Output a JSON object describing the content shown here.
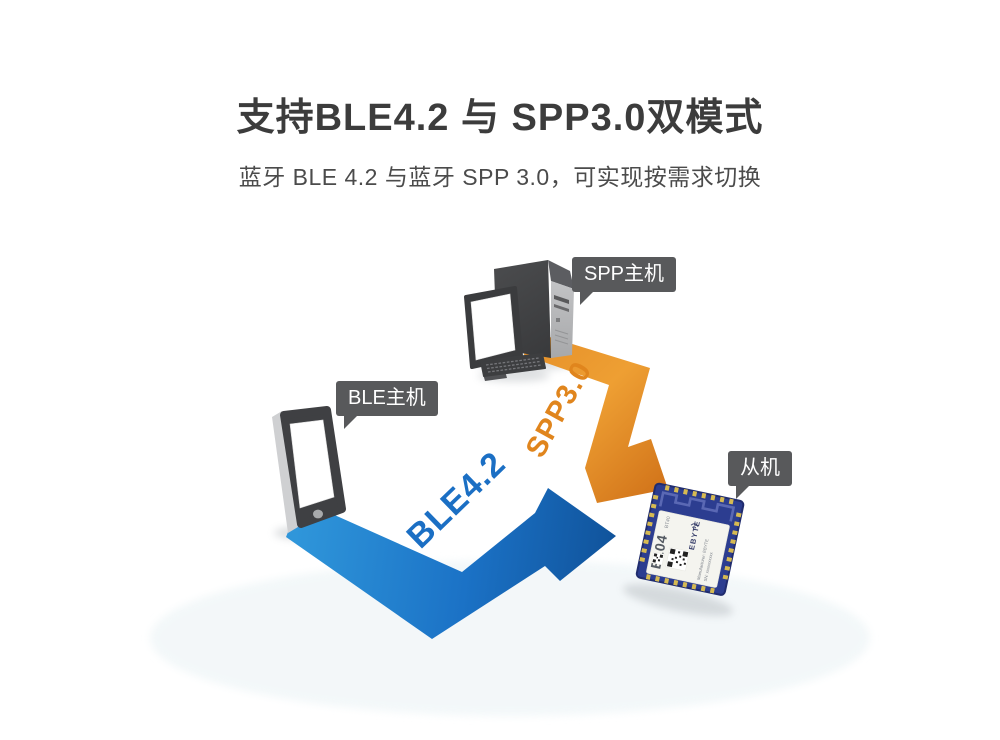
{
  "page": {
    "title": "支持BLE4.2 与 SPP3.0双模式",
    "subtitle": "蓝牙 BLE 4.2 与蓝牙 SPP 3.0，可实现按需求切换"
  },
  "diagram": {
    "bubbles": {
      "spp_host": "SPP主机",
      "ble_host": "BLE主机",
      "slave": "从机"
    },
    "arrows": {
      "spp": {
        "label": "SPP3.0",
        "color": "#e0851d"
      },
      "ble": {
        "label": "BLE4.2",
        "color": "#1b6fc4"
      }
    },
    "module": {
      "model": "E104",
      "model_suffix": "BT40",
      "brand": "EBYTE",
      "manufacturer_line": "Manufacturer: EBYTE",
      "sn_line": "SN: xxxxxxxxxx"
    },
    "colors": {
      "bubble_bg": "#58595b",
      "pcb_blue": "#2c3d90",
      "pcb_pin_gold": "#d6ba52",
      "ribbon_orange_light": "#ee9f33",
      "ribbon_orange_dark": "#d3761b",
      "ribbon_blue_light": "#2f96da",
      "ribbon_blue_dark": "#10539b"
    }
  }
}
